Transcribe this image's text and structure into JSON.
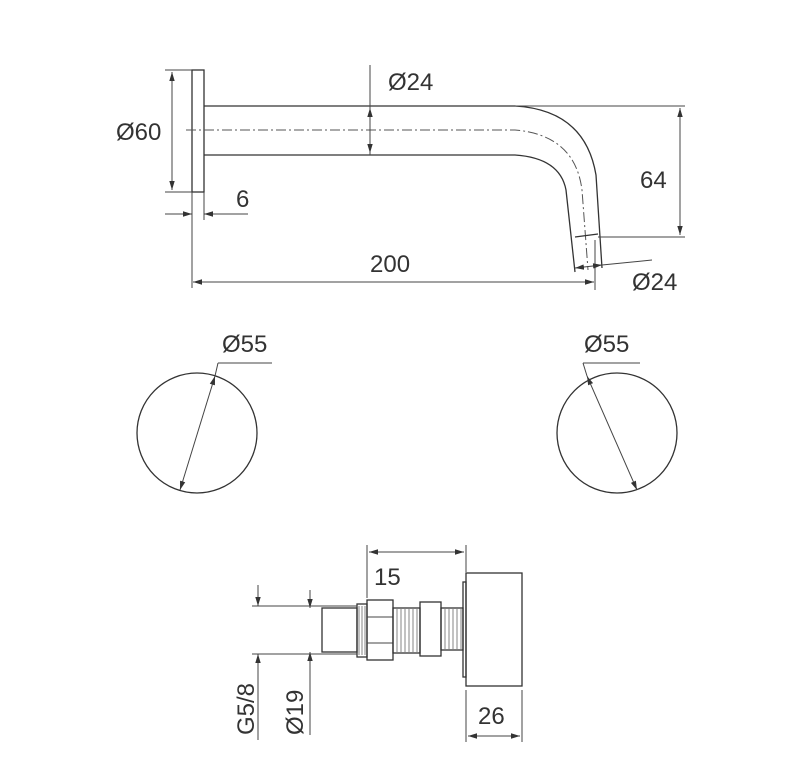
{
  "spout": {
    "flange_diameter": "Ø60",
    "pipe_diameter": "Ø24",
    "outlet_diameter": "Ø24",
    "height": "64",
    "flange_thickness": "6",
    "length": "200"
  },
  "handles": {
    "left_diameter": "Ø55",
    "right_diameter": "Ø55"
  },
  "valve": {
    "depth": "15",
    "thread": "G5/8",
    "stem_diameter": "Ø19",
    "knob_width": "26"
  }
}
